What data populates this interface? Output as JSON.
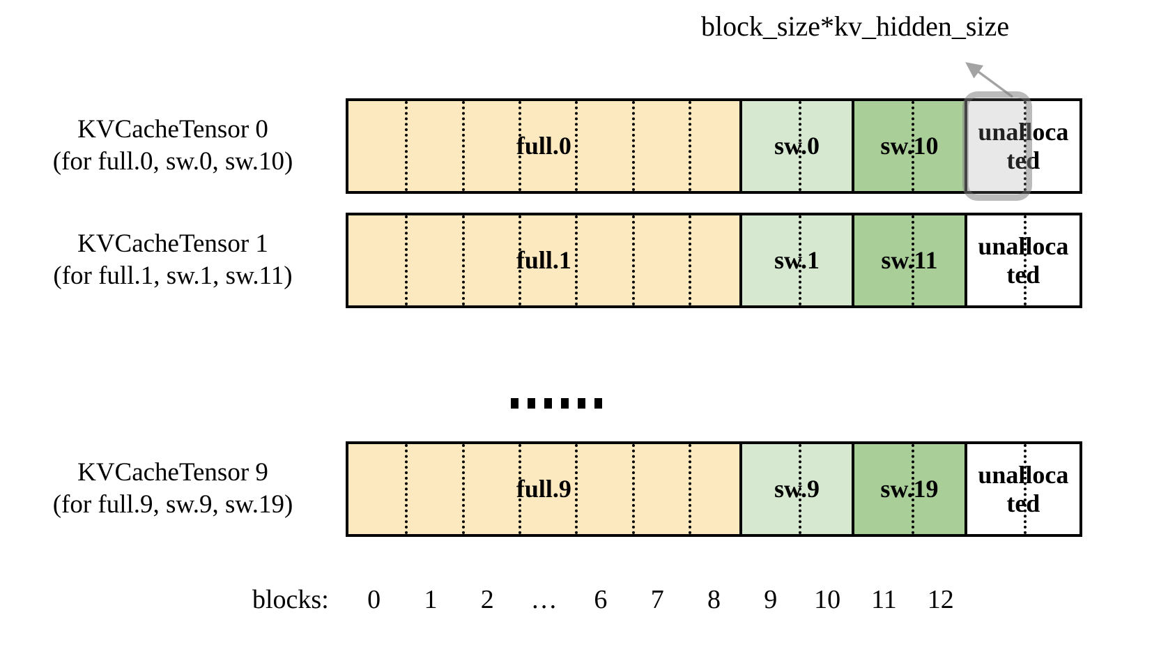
{
  "diagram": {
    "title_annotation": "block_size*kv_hidden_size",
    "colors": {
      "full_fill": "#fce9c0",
      "sw_light_fill": "#d6e8cf",
      "sw_dark_fill": "#a9ce98",
      "unallocated_fill": "#ffffff",
      "border": "#000000",
      "highlight_stroke": "#9e9e9e",
      "highlight_fill": "#e8e8e8",
      "text": "#000000"
    },
    "rows": [
      {
        "label_line1": "KVCacheTensor 0",
        "label_line2": "(for full.0, sw.0, sw.10)",
        "segments": [
          {
            "name": "full.0",
            "label": "full.0",
            "kind": "full",
            "blocks": 7
          },
          {
            "name": "sw.0",
            "label": "sw.0",
            "kind": "sw-light",
            "blocks": 2
          },
          {
            "name": "sw.10",
            "label": "sw.10",
            "kind": "sw-dark",
            "blocks": 2
          },
          {
            "name": "unallocated",
            "label": "unalloca\nted",
            "kind": "unallocated",
            "blocks": 2
          }
        ],
        "highlighted_segment": "unallocated"
      },
      {
        "label_line1": "KVCacheTensor 1",
        "label_line2": "(for full.1, sw.1, sw.11)",
        "segments": [
          {
            "name": "full.1",
            "label": "full.1",
            "kind": "full",
            "blocks": 7
          },
          {
            "name": "sw.1",
            "label": "sw.1",
            "kind": "sw-light",
            "blocks": 2
          },
          {
            "name": "sw.11",
            "label": "sw.11",
            "kind": "sw-dark",
            "blocks": 2
          },
          {
            "name": "unallocated",
            "label": "unalloca\nted",
            "kind": "unallocated",
            "blocks": 2
          }
        ],
        "highlighted_segment": null
      },
      {
        "label_line1": "KVCacheTensor 9",
        "label_line2": "(for full.9, sw.9, sw.19)",
        "segments": [
          {
            "name": "full.9",
            "label": "full.9",
            "kind": "full",
            "blocks": 7
          },
          {
            "name": "sw.9",
            "label": "sw.9",
            "kind": "sw-light",
            "blocks": 2
          },
          {
            "name": "sw.19",
            "label": "sw.19",
            "kind": "sw-dark",
            "blocks": 2
          },
          {
            "name": "unallocated",
            "label": "unalloca\nted",
            "kind": "unallocated",
            "blocks": 2
          }
        ],
        "highlighted_segment": null
      }
    ],
    "continuation_dots": 6,
    "axis": {
      "title": "blocks:",
      "ticks": [
        "0",
        "1",
        "2",
        "…",
        "6",
        "7",
        "8",
        "9",
        "10",
        "11",
        "12"
      ]
    }
  }
}
